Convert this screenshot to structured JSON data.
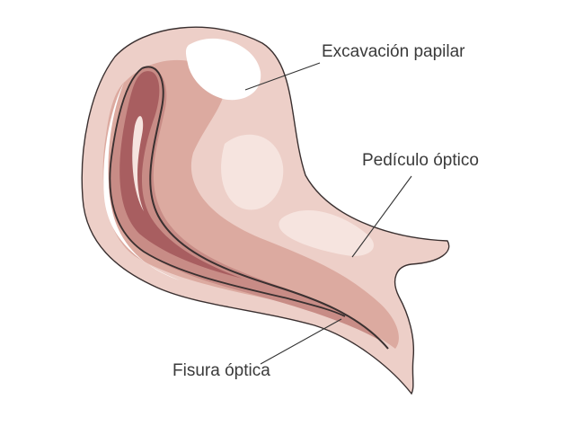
{
  "labels": {
    "optic_cup": "Excavación papilar",
    "optic_stalk": "Pedículo óptico",
    "optic_fissure": "Fisura óptica"
  },
  "colors": {
    "outline": "#3a3030",
    "outer_wall": "#edcfc8",
    "mid_tone": "#dcaaa0",
    "inner_layer": "#c88c86",
    "deep_layer": "#a85e60",
    "highlight": "#ffffff",
    "pale": "#f6e4df",
    "label_text": "#3a3a3a"
  }
}
